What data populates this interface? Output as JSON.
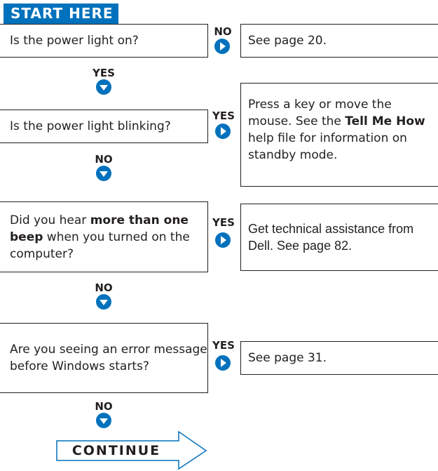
{
  "start_label": "START HERE",
  "colors": {
    "accent": "#0071bc",
    "text": "#231f20",
    "border": "#231f20"
  },
  "questions": [
    {
      "text": "Is the power light on?"
    },
    {
      "text": "Is the power light blinking?"
    },
    {
      "pre": "Did you hear ",
      "bold": "more than one beep",
      "post": " when you turned on the computer?"
    },
    {
      "text": "Are you seeing an error message before Windows starts?"
    }
  ],
  "branch_labels": {
    "q1_side": "NO",
    "q1_down": "YES",
    "q2_side": "YES",
    "q2_down": "NO",
    "q3_side": "YES",
    "q3_down": "NO",
    "q4_side": "YES",
    "q4_down": "NO"
  },
  "answers": [
    {
      "text": "See page 20."
    },
    {
      "pre": "Press a key or move the mouse. See the ",
      "bold": "Tell Me How",
      "post": " help file for information on standby mode."
    },
    {
      "text": "Get technical assistance from Dell. See page 82."
    },
    {
      "text": "See page 31."
    }
  ],
  "continue_label": "CONTINUE",
  "icons": {
    "side": "arrow-right-circle-icon",
    "down": "arrow-down-circle-icon",
    "continue": "outline-arrow-right"
  }
}
